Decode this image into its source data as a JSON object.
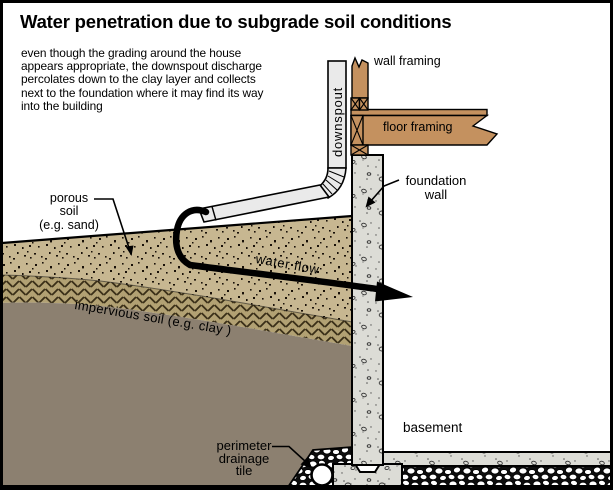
{
  "title": "Water penetration due to subgrade soil conditions",
  "description_lines": [
    "even though the grading around the house",
    "appears appropriate, the downspout discharge",
    "percolates down to the clay layer and collects",
    "next to the foundation where it may find its way",
    "into the building"
  ],
  "labels": {
    "wall_framing": "wall framing",
    "floor_framing": "floor framing",
    "downspout": "downspout",
    "foundation_wall_lines": [
      "foundation",
      "wall"
    ],
    "porous_soil_lines": [
      "porous",
      "soil",
      "(e.g. sand)"
    ],
    "water_flow": "water flow",
    "impervious_soil": "impervious soil (e.g. clay )",
    "basement": "basement",
    "perimeter_lines": [
      "perimeter",
      "drainage",
      "tile"
    ]
  },
  "colors": {
    "wood": "#c4915f",
    "concrete": "#dcdcd6",
    "porous_soil": "#c7b791",
    "impervious_soil": "#b2a173",
    "impervious_dash": "#3a2f18",
    "dark_soil": "#8c8070",
    "downspout_pipe": "#eaeaea",
    "line": "#000000",
    "background": "#ffffff"
  }
}
